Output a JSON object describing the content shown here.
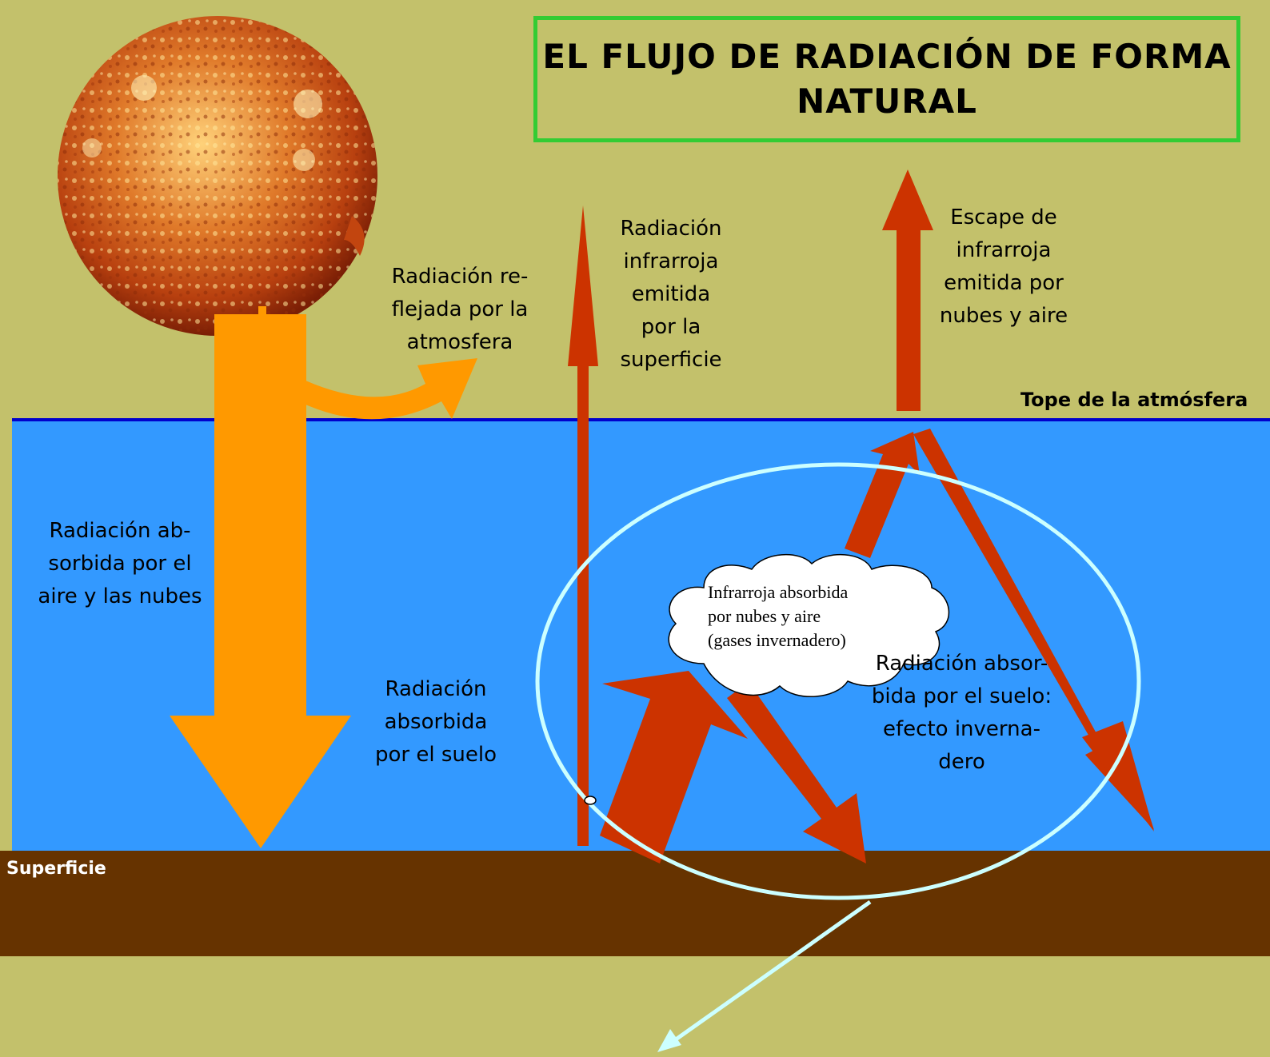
{
  "title": "EL FLUJO DE RADIACIÓN DE FORMA NATURAL",
  "labels": {
    "reflected": "Radiación re-\nflejada por la\natmosfera",
    "ir_surface": "Radiación\ninfrarroja\nemitida\npor la\nsuperficie",
    "ir_escape": "Escape de\ninfrarroja\nemitida por\nnubes y aire",
    "absorbed_air": "Radiación ab-\nsorbida por el\naire y las nubes",
    "absorbed_ground": "Radiación\nabsorbida\npor el suelo",
    "greenhouse": "Radiación absor-\nbida por el suelo:\nefecto inverna-\ndero",
    "cloud": "Infrarroja absorbida\npor  nubes y  aire\n(gases invernadero)",
    "top_atmosphere": "Tope de la atmósfera",
    "surface": "Superficie"
  },
  "colors": {
    "background": "#c3c16b",
    "atmosphere": "#3399ff",
    "boundary": "#0000cc",
    "ground": "#663300",
    "solar_arrow": "#ff9900",
    "infrared_arrow": "#cc3300",
    "title_border": "#33cc33",
    "ellipse": "#ccffff"
  }
}
